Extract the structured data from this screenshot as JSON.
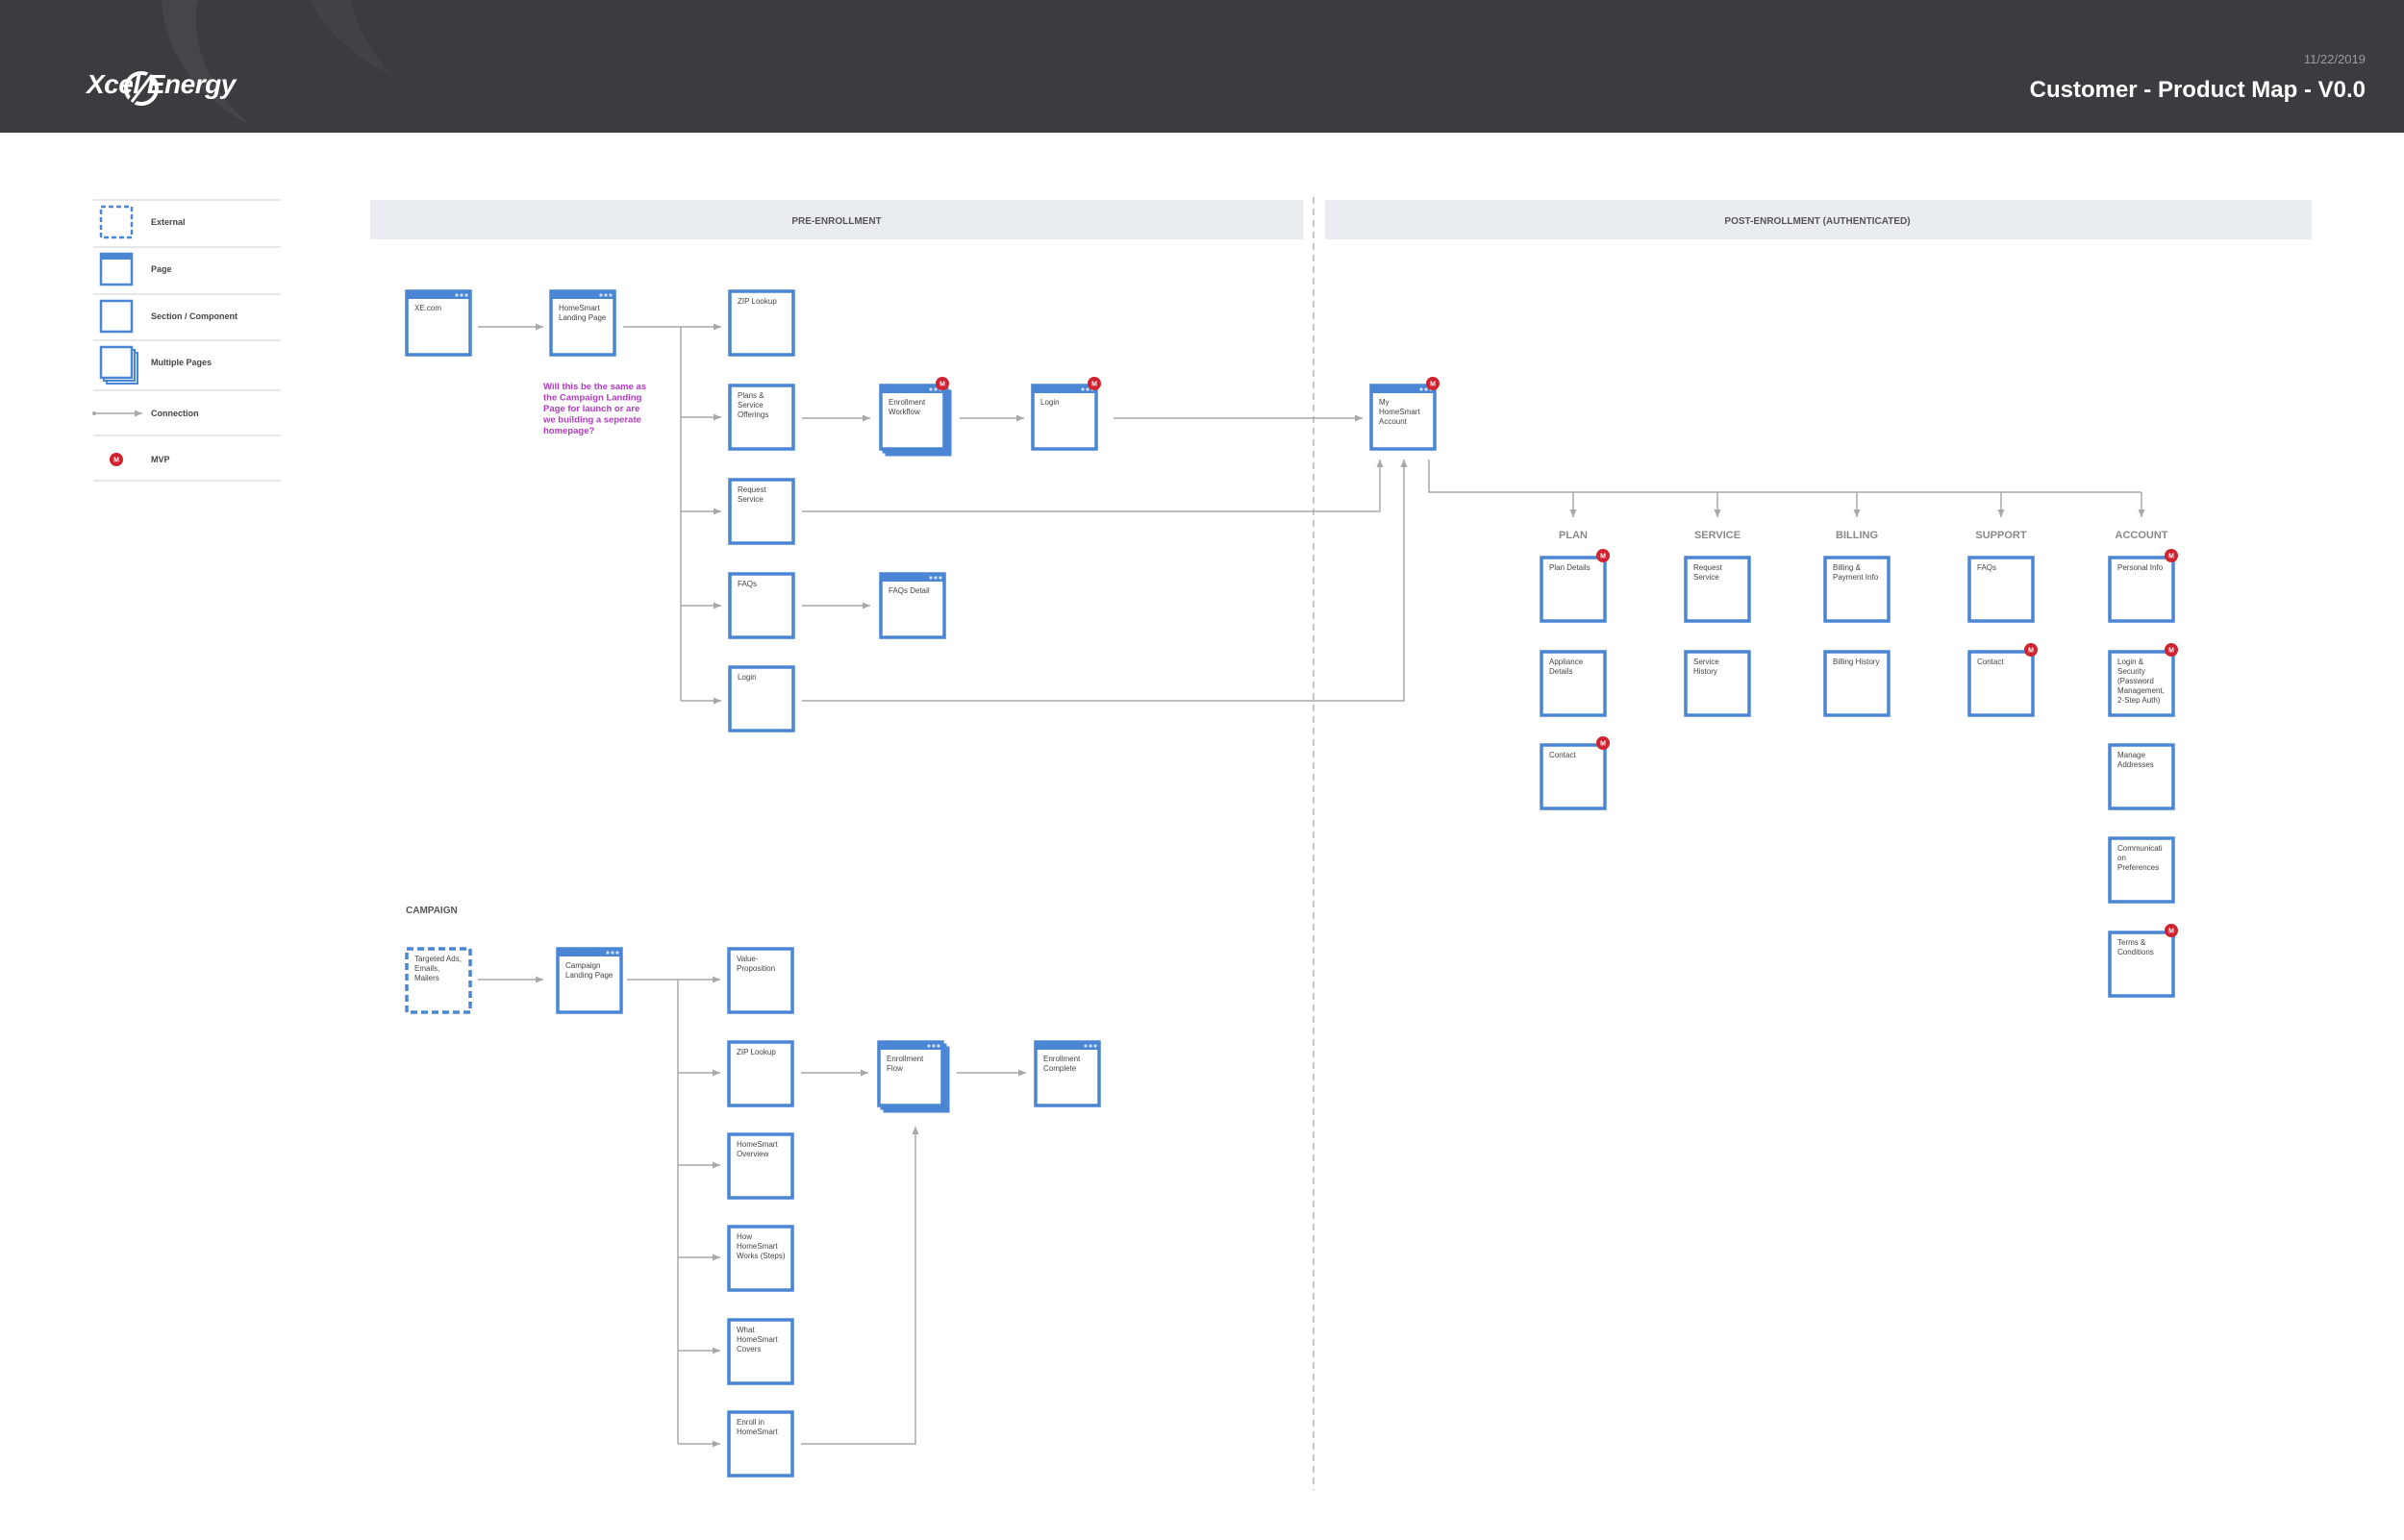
{
  "header": {
    "brand": "Xcel Energy",
    "date": "11/22/2019",
    "title": "Customer - Product Map - V0.0",
    "bg_color": "#3c3c40"
  },
  "colors": {
    "node_blue": "#4a86d4",
    "connector": "#a8a8a8",
    "mvp_red": "#d0222f",
    "phase_bg": "#e9edf1",
    "note_purple": "#b03bbf"
  },
  "legend": [
    {
      "type": "external",
      "label": "External"
    },
    {
      "type": "page",
      "label": "Page"
    },
    {
      "type": "section",
      "label": "Section / Component"
    },
    {
      "type": "multi",
      "label": "Multiple Pages"
    },
    {
      "type": "connection",
      "label": "Connection"
    },
    {
      "type": "mvp",
      "label": "MVP",
      "symbol": "M"
    }
  ],
  "phases": {
    "pre": "PRE-ENROLLMENT",
    "post": "POST-ENROLLMENT (AUTHENTICATED)",
    "campaign": "CAMPAIGN"
  },
  "note": [
    "Will this be the same as",
    "the Campaign Landing",
    "Page for launch or are",
    "we building a seperate",
    "homepage?"
  ],
  "categories": [
    "PLAN",
    "SERVICE",
    "BILLING",
    "SUPPORT",
    "ACCOUNT"
  ],
  "mvp_symbol": "M",
  "nodes": [
    {
      "id": "xe",
      "type": "page",
      "lines": [
        "XE.com"
      ],
      "mvp": false
    },
    {
      "id": "hs-landing",
      "type": "page",
      "lines": [
        "HomeSmart",
        "Landing Page"
      ],
      "mvp": false
    },
    {
      "id": "zip-pre",
      "type": "section",
      "lines": [
        "ZIP Lookup"
      ],
      "mvp": false
    },
    {
      "id": "plans",
      "type": "section",
      "lines": [
        "Plans &",
        "Service",
        "Offerings"
      ],
      "mvp": false
    },
    {
      "id": "enroll-wf",
      "type": "multi",
      "lines": [
        "Enrollment",
        "Workflow"
      ],
      "mvp": true
    },
    {
      "id": "login-page",
      "type": "page",
      "lines": [
        "Login"
      ],
      "mvp": true
    },
    {
      "id": "my-account",
      "type": "page",
      "lines": [
        "My",
        "HomeSmart",
        "Account"
      ],
      "mvp": true
    },
    {
      "id": "req-svc-pre",
      "type": "section",
      "lines": [
        "Request",
        "Service"
      ],
      "mvp": false
    },
    {
      "id": "faqs-pre",
      "type": "section",
      "lines": [
        "FAQs"
      ],
      "mvp": false
    },
    {
      "id": "faqs-detail",
      "type": "page",
      "lines": [
        "FAQs Detail"
      ],
      "mvp": false
    },
    {
      "id": "login-sec",
      "type": "section",
      "lines": [
        "Login"
      ],
      "mvp": false
    },
    {
      "id": "plan-details",
      "type": "section",
      "lines": [
        "Plan Details"
      ],
      "mvp": true
    },
    {
      "id": "appliance",
      "type": "section",
      "lines": [
        "Appliance",
        "Details"
      ],
      "mvp": false
    },
    {
      "id": "plan-contact",
      "type": "section",
      "lines": [
        "Contact"
      ],
      "mvp": true
    },
    {
      "id": "svc-request",
      "type": "section",
      "lines": [
        "Request",
        "Service"
      ],
      "mvp": false
    },
    {
      "id": "svc-history",
      "type": "section",
      "lines": [
        "Service",
        "History"
      ],
      "mvp": false
    },
    {
      "id": "billing-pay",
      "type": "section",
      "lines": [
        "Billing &",
        "Payment Info"
      ],
      "mvp": false
    },
    {
      "id": "billing-hist",
      "type": "section",
      "lines": [
        "Billing History"
      ],
      "mvp": false
    },
    {
      "id": "sup-faqs",
      "type": "section",
      "lines": [
        "FAQs"
      ],
      "mvp": false
    },
    {
      "id": "sup-contact",
      "type": "section",
      "lines": [
        "Contact"
      ],
      "mvp": true
    },
    {
      "id": "acc-personal",
      "type": "section",
      "lines": [
        "Personal Info"
      ],
      "mvp": true
    },
    {
      "id": "acc-login",
      "type": "section",
      "lines": [
        "Login &",
        "Security",
        "(Password",
        "Management,",
        "2-Step Auth)"
      ],
      "mvp": true
    },
    {
      "id": "acc-addr",
      "type": "section",
      "lines": [
        "Manage",
        "Addresses"
      ],
      "mvp": false
    },
    {
      "id": "acc-comm",
      "type": "section",
      "lines": [
        "Communicati",
        "on",
        "Preferences"
      ],
      "mvp": false
    },
    {
      "id": "acc-terms",
      "type": "section",
      "lines": [
        "Terms &",
        "Conditions"
      ],
      "mvp": true
    },
    {
      "id": "targeted",
      "type": "external",
      "lines": [
        "Targeted Ads,",
        "Emails,",
        "Mailers"
      ],
      "mvp": false
    },
    {
      "id": "camp-landing",
      "type": "page",
      "lines": [
        "Campaign",
        "Landing Page"
      ],
      "mvp": false
    },
    {
      "id": "value-prop",
      "type": "section",
      "lines": [
        "Value-",
        "Proposition"
      ],
      "mvp": false
    },
    {
      "id": "zip-camp",
      "type": "section",
      "lines": [
        "ZIP Lookup"
      ],
      "mvp": false
    },
    {
      "id": "enroll-flow",
      "type": "multi",
      "lines": [
        "Enrollment",
        "Flow"
      ],
      "mvp": false
    },
    {
      "id": "enroll-complete",
      "type": "page",
      "lines": [
        "Enrollment",
        "Complete"
      ],
      "mvp": false
    },
    {
      "id": "hs-overview",
      "type": "section",
      "lines": [
        "HomeSmart",
        "Overview"
      ],
      "mvp": false
    },
    {
      "id": "how-works",
      "type": "section",
      "lines": [
        "How",
        "HomeSmart",
        "Works (Steps)"
      ],
      "mvp": false
    },
    {
      "id": "what-covers",
      "type": "section",
      "lines": [
        "What",
        "HomeSmart",
        "Covers"
      ],
      "mvp": false
    },
    {
      "id": "enroll-hs",
      "type": "section",
      "lines": [
        "Enroll in",
        "HomeSmart"
      ],
      "mvp": false
    }
  ]
}
